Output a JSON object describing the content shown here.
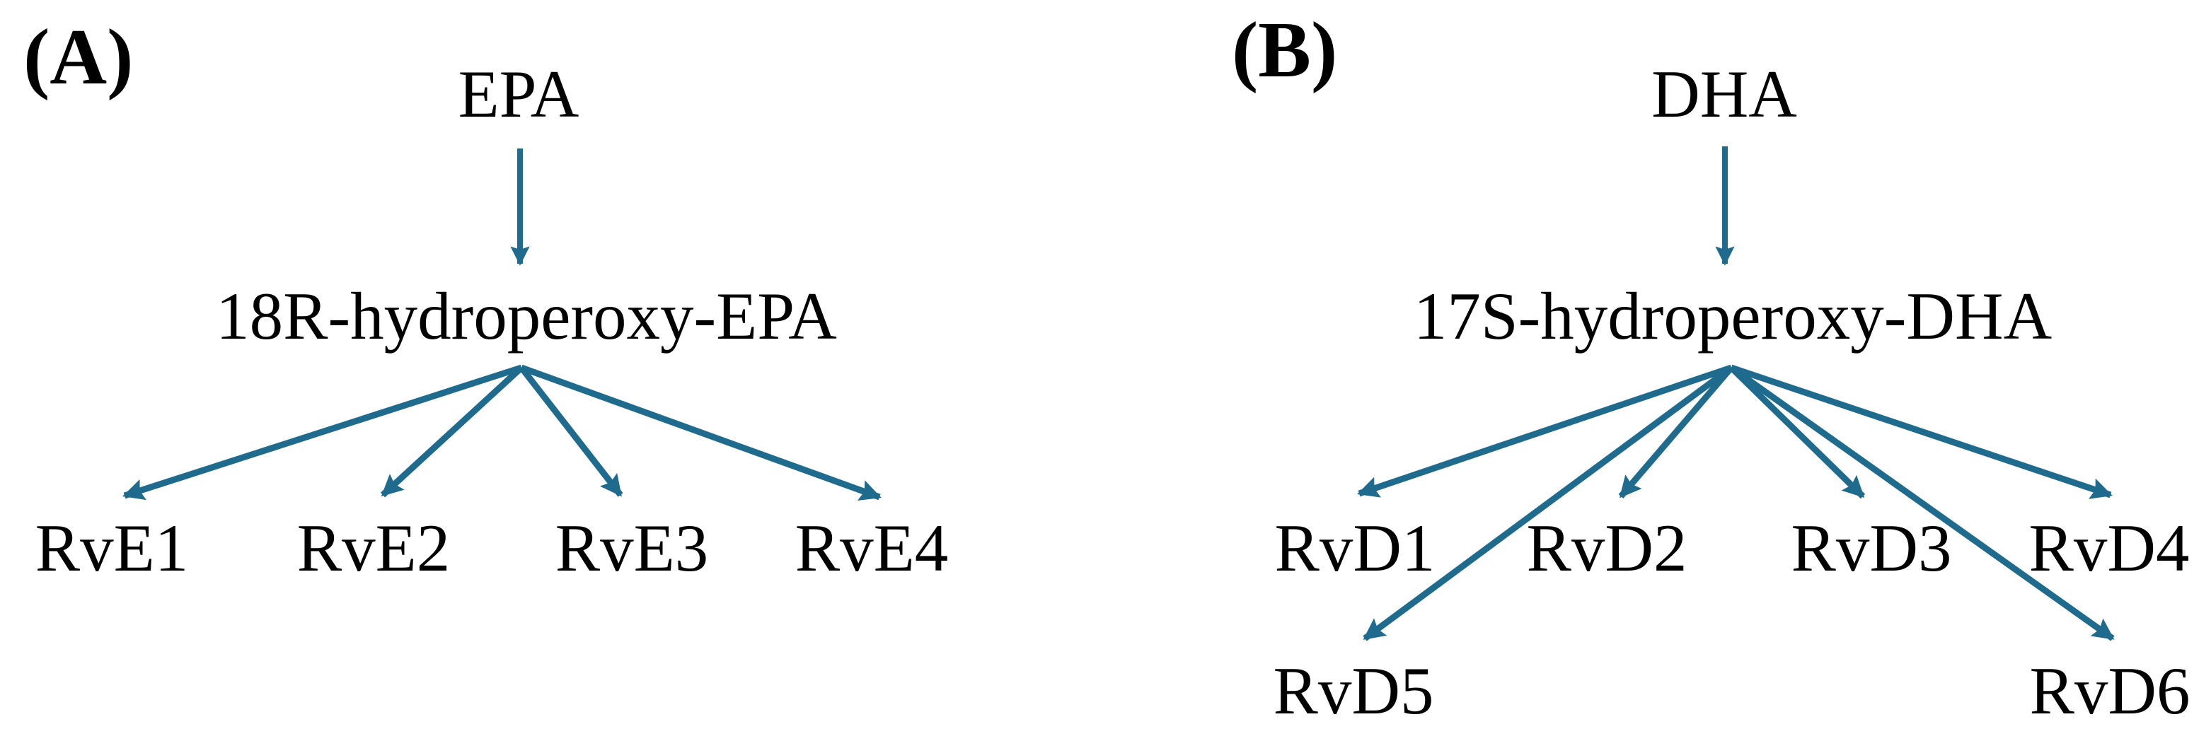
{
  "figure": {
    "background_color": "#ffffff",
    "text_color": "#000000",
    "arrow_color": "#1f6b8e"
  },
  "panels": [
    {
      "label": "(A)",
      "precursor": "EPA",
      "intermediate": "18R-hydroperoxy-EPA",
      "products": [
        "RvE1",
        "RvE2",
        "RvE3",
        "RvE4"
      ],
      "edges": [
        {
          "from": "EPA",
          "to": "18R-hydroperoxy-EPA"
        },
        {
          "from": "18R-hydroperoxy-EPA",
          "to": "RvE1"
        },
        {
          "from": "18R-hydroperoxy-EPA",
          "to": "RvE2"
        },
        {
          "from": "18R-hydroperoxy-EPA",
          "to": "RvE3"
        },
        {
          "from": "18R-hydroperoxy-EPA",
          "to": "RvE4"
        }
      ]
    },
    {
      "label": "(B)",
      "precursor": "DHA",
      "intermediate": "17S-hydroperoxy-DHA",
      "products": [
        "RvD1",
        "RvD2",
        "RvD3",
        "RvD4",
        "RvD5",
        "RvD6"
      ],
      "edges": [
        {
          "from": "DHA",
          "to": "17S-hydroperoxy-DHA"
        },
        {
          "from": "17S-hydroperoxy-DHA",
          "to": "RvD1"
        },
        {
          "from": "17S-hydroperoxy-DHA",
          "to": "RvD2"
        },
        {
          "from": "17S-hydroperoxy-DHA",
          "to": "RvD3"
        },
        {
          "from": "17S-hydroperoxy-DHA",
          "to": "RvD4"
        },
        {
          "from": "17S-hydroperoxy-DHA",
          "to": "RvD5"
        },
        {
          "from": "17S-hydroperoxy-DHA",
          "to": "RvD6"
        }
      ]
    }
  ]
}
